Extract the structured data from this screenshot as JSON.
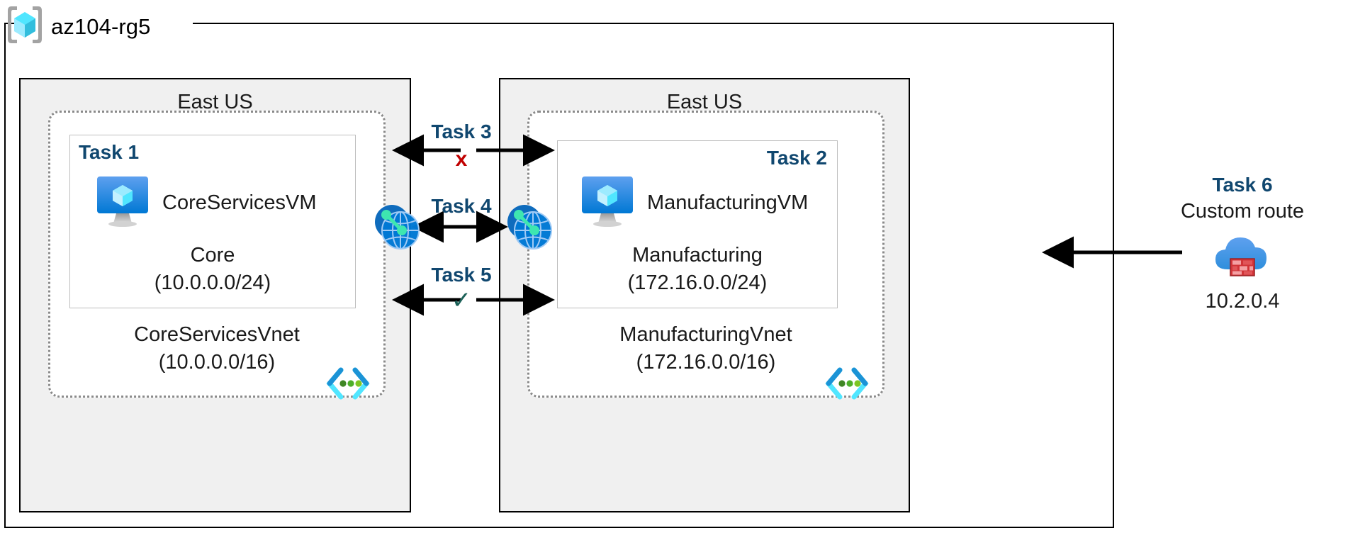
{
  "resource_group": {
    "name": "az104-rg5",
    "icon": "resource-group-cube-icon"
  },
  "regions": [
    {
      "id": "left",
      "label": "East US"
    },
    {
      "id": "right",
      "label": "East US"
    }
  ],
  "vnets": [
    {
      "id": "left",
      "name": "CoreServicesVnet",
      "cidr": "(10.0.0.0/16)",
      "icon": "subnet-brackets-icon",
      "subnet": {
        "task_tag": "Task 1",
        "vm_name": "CoreServicesVM",
        "vm_icon": "virtual-machine-icon",
        "subnet_name": "Core",
        "subnet_cidr": "(10.0.0.0/24)"
      }
    },
    {
      "id": "right",
      "name": "ManufacturingVnet",
      "cidr": "(172.16.0.0/16)",
      "icon": "subnet-brackets-icon",
      "subnet": {
        "task_tag": "Task 2",
        "vm_name": "ManufacturingVM",
        "vm_icon": "virtual-machine-icon",
        "subnet_name": "Manufacturing",
        "subnet_cidr": "(172.16.0.0/24)"
      }
    }
  ],
  "peering_icons": [
    {
      "id": "left",
      "icon": "vnet-peering-globe-icon"
    },
    {
      "id": "right",
      "icon": "vnet-peering-globe-icon"
    }
  ],
  "connectors": [
    {
      "id": "task3",
      "label": "Task 3",
      "mark": "x",
      "mark_meaning": "blocked",
      "mark_color": "#c00000"
    },
    {
      "id": "task4",
      "label": "Task 4",
      "mark": "",
      "mark_meaning": "peering",
      "mark_color": ""
    },
    {
      "id": "task5",
      "label": "Task 5",
      "mark": "✓",
      "mark_meaning": "allowed",
      "mark_color": "#1c6158"
    }
  ],
  "task6": {
    "tag": "Task 6",
    "subtitle": "Custom route",
    "icon": "firewall-cloud-icon",
    "ip": "10.2.0.4"
  },
  "colors": {
    "task_label": "#10476f",
    "blocked": "#c00000",
    "allowed": "#1c6158",
    "region_fill": "#f0f0f0",
    "vnet_border": "#8a8a8a",
    "subnet_border": "#bdbdbd",
    "azure_blue": "#0078d4",
    "azure_cyan": "#50e6ff",
    "firewall_red": "#d13438"
  }
}
